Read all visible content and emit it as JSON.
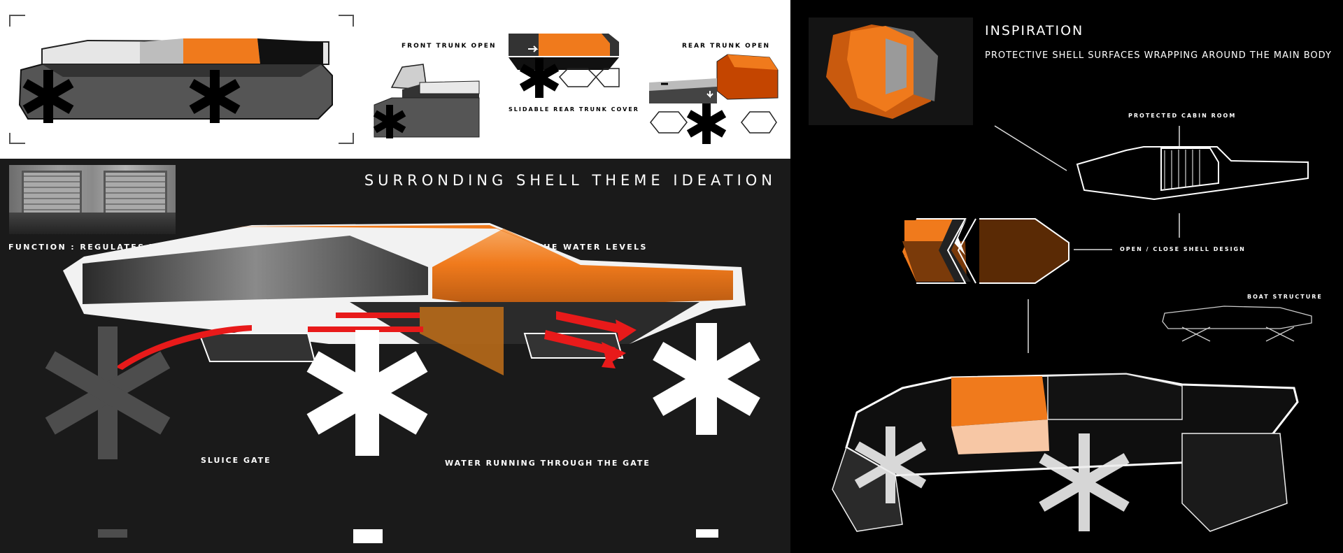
{
  "top": {
    "front_trunk_label": "FRONT TRUNK OPEN",
    "slidable_label": "SLIDABLE REAR TRUNK COVER",
    "rear_trunk_label": "REAR TRUNK OPEN"
  },
  "main": {
    "title": "SURRONDING SHELL THEME IDEATION",
    "function_text": "FUNCTION : REGULATES THE FLOW OF WATER, HELPING A VEHICLE MOVE BY CONTROLLING THE WATER LEVELS",
    "sluice_label": "SLUICE GATE",
    "water_label": "WATER RUNNING THROUGH THE GATE"
  },
  "inspiration": {
    "title": "INSPIRATION",
    "subtitle": "PROTECTIVE SHELL SURFACES WRAPPING AROUND THE MAIN BODY",
    "cabin_label": "PROTECTED CABIN ROOM",
    "open_close_label": "OPEN / CLOSE SHELL DESIGN",
    "boat_label": "BOAT STRUCTURE"
  },
  "colors": {
    "accent_orange": "#f07a1c",
    "water_red": "#e81a1a",
    "dark_bg": "#1a1a1a",
    "black": "#000000",
    "white": "#ffffff"
  }
}
